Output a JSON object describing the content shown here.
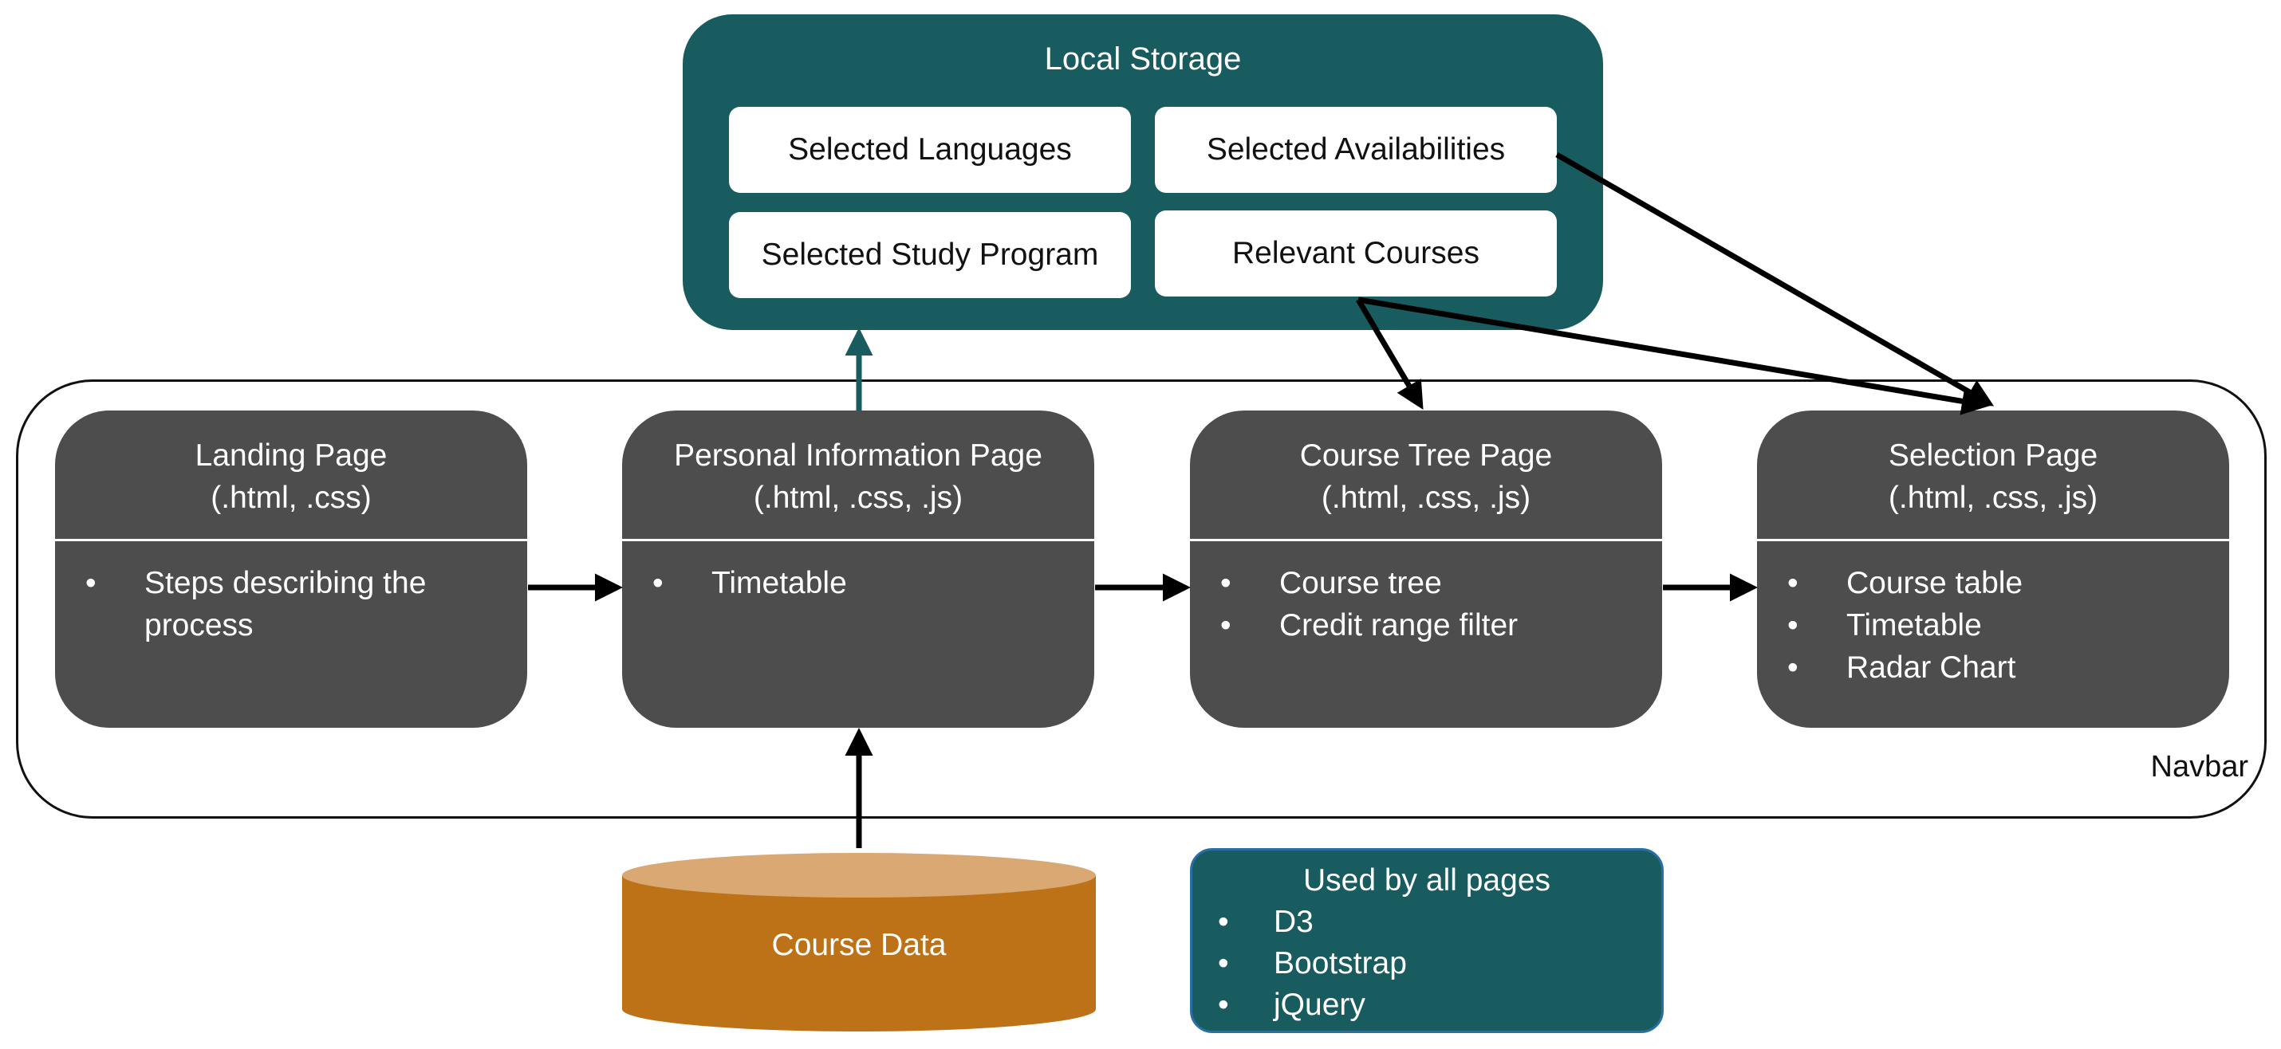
{
  "local_storage": {
    "title": "Local Storage",
    "items": [
      "Selected Languages",
      "Selected Availabilities",
      "Selected Study Program",
      "Relevant Courses"
    ]
  },
  "navbar": {
    "label": "Navbar"
  },
  "pages": [
    {
      "title": "Landing Page",
      "files": "(.html, .css)",
      "items": [
        "Steps describing the process"
      ]
    },
    {
      "title": "Personal Information Page",
      "files": "(.html, .css, .js)",
      "items": [
        "Timetable"
      ]
    },
    {
      "title": "Course Tree Page",
      "files": "(.html, .css, .js)",
      "items": [
        "Course tree",
        "Credit range filter"
      ]
    },
    {
      "title": "Selection Page",
      "files": "(.html, .css, .js)",
      "items": [
        "Course table",
        "Timetable",
        "Radar Chart"
      ]
    }
  ],
  "course_data": {
    "label": "Course Data"
  },
  "common": {
    "title": "Used by all pages",
    "items": [
      "D3",
      "Bootstrap",
      "jQuery"
    ]
  },
  "bullet_symbol": "•",
  "colors": {
    "teal": "#185c5f",
    "page_gray": "#4d4d4d",
    "cylinder_body": "#be7218",
    "cylinder_top": "#d9a873",
    "arrow_black": "#000000"
  }
}
